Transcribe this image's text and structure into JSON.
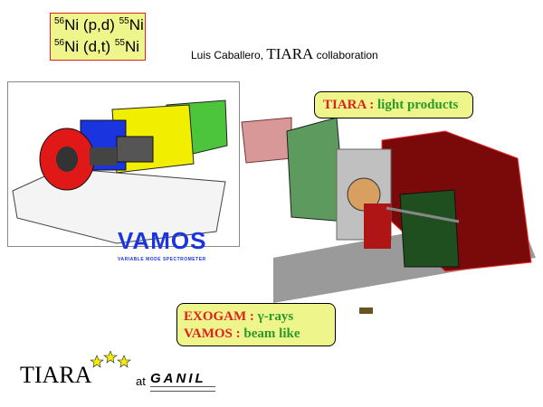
{
  "formula": {
    "line1": {
      "a": "56",
      "b": "Ni (p,d) ",
      "c": "55",
      "d": "Ni"
    },
    "line2": {
      "a": "56",
      "b": "Ni (d,t) ",
      "c": "55",
      "d": "Ni"
    }
  },
  "author": {
    "name": "Luis Caballero, ",
    "group": "TIARA",
    "suffix": " collaboration"
  },
  "callout_tiara": {
    "label": "TIARA : ",
    "text": "light products"
  },
  "callout_exogam": {
    "label1": "EXOGAM : ",
    "text1": "γ-rays",
    "label2": "VAMOS : ",
    "text2": "beam like"
  },
  "vamos_logo": {
    "title": "VAMOS",
    "subtitle": "VARIABLE MODE SPECTROMETER"
  },
  "footer": {
    "tiara": "TIARA",
    "at": "at",
    "ganil": "GANIL"
  },
  "colors": {
    "callout_bg": "#eef58a",
    "red": "#e02020",
    "green": "#2a9a2a"
  }
}
